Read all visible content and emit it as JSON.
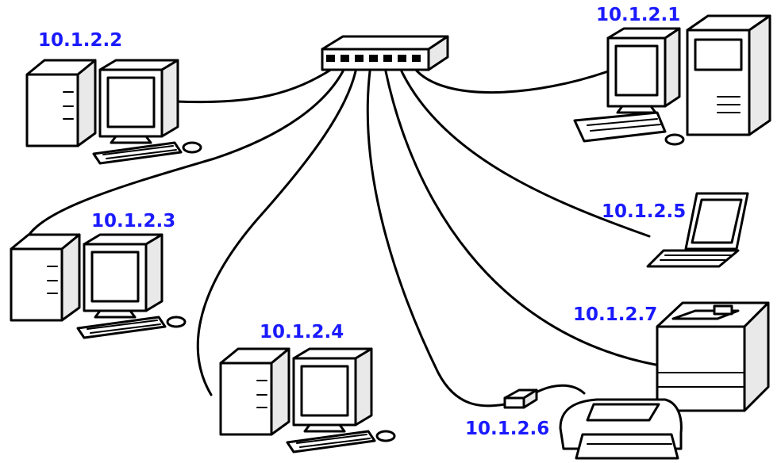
{
  "diagram": {
    "hub": {
      "icon": "network-switch-icon",
      "ports": 7
    },
    "devices": [
      {
        "id": "pc-top-right",
        "type": "tower-computer",
        "icon": "tower-computer-icon",
        "ip": "10.1.2.1"
      },
      {
        "id": "pc-top-left",
        "type": "desktop-computer",
        "icon": "desktop-computer-icon",
        "ip": "10.1.2.2"
      },
      {
        "id": "pc-mid-left",
        "type": "desktop-computer",
        "icon": "desktop-computer-icon",
        "ip": "10.1.2.3"
      },
      {
        "id": "pc-bottom",
        "type": "desktop-computer",
        "icon": "desktop-computer-icon",
        "ip": "10.1.2.4"
      },
      {
        "id": "laptop",
        "type": "laptop",
        "icon": "laptop-icon",
        "ip": "10.1.2.5"
      },
      {
        "id": "print-server",
        "type": "inkjet-printer-with-print-server",
        "icon": "print-server-icon",
        "ip": "10.1.2.6"
      },
      {
        "id": "laser-printer",
        "type": "laser-printer",
        "icon": "laser-printer-icon",
        "ip": "10.1.2.7"
      }
    ],
    "label_color": "#1a1aff",
    "line_color": "#000000"
  }
}
